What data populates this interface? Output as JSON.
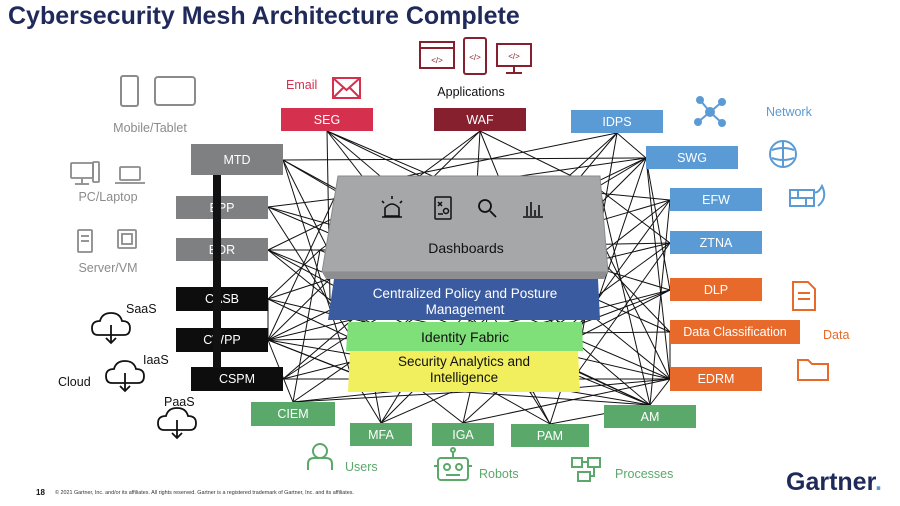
{
  "title": "Cybersecurity Mesh Architecture Complete",
  "left_boxes": {
    "mtd": "MTD",
    "epp": "EPP",
    "edr": "EDR",
    "casb": "CASB",
    "cwpp": "CWPP",
    "cspm": "CSPM"
  },
  "top_boxes": {
    "seg": "SEG",
    "waf": "WAF",
    "idps": "IDPS"
  },
  "right_boxes": {
    "swg": "SWG",
    "efw": "EFW",
    "ztna": "ZTNA",
    "dlp": "DLP",
    "data_classification": "Data Classification",
    "edrm": "EDRM"
  },
  "bottom_boxes": {
    "ciem": "CIEM",
    "mfa": "MFA",
    "iga": "IGA",
    "pam": "PAM",
    "am": "AM"
  },
  "layers": {
    "dashboards": "Dashboards",
    "policy_line1": "Centralized Policy and Posture",
    "policy_line2": "Management",
    "identity": "Identity Fabric",
    "analytics_line1": "Security Analytics and",
    "analytics_line2": "Intelligence"
  },
  "category_labels": {
    "mobile": "Mobile/Tablet",
    "pc": "PC/Laptop",
    "server": "Server/VM",
    "saas": "SaaS",
    "iaas": "IaaS",
    "cloud": "Cloud",
    "paas": "PaaS",
    "email": "Email",
    "applications": "Applications",
    "network": "Network",
    "data": "Data",
    "users": "Users",
    "robots": "Robots",
    "processes": "Processes"
  },
  "footer": {
    "page_number": "18",
    "copyright": "© 2021 Gartner, Inc. and/or its affiliates. All rights reserved. Gartner is a registered trademark of Gartner, Inc. and its affiliates.",
    "brand": "Gartner",
    "brand_dot": "."
  },
  "colors": {
    "title": "#1f2a5a",
    "gray_box": "#7f8081",
    "black_box": "#0d0d0d",
    "red_box": "#d6304f",
    "maroon_box": "#86202f",
    "blue_box": "#5b9bd5",
    "orange_box": "#e86a2b",
    "green_box": "#5aa86a",
    "policy_layer": "#3a5ba0",
    "identity_layer": "#7fe07a",
    "analytics_layer": "#f2ef5e",
    "brand_blue": "#1f2a5a"
  }
}
